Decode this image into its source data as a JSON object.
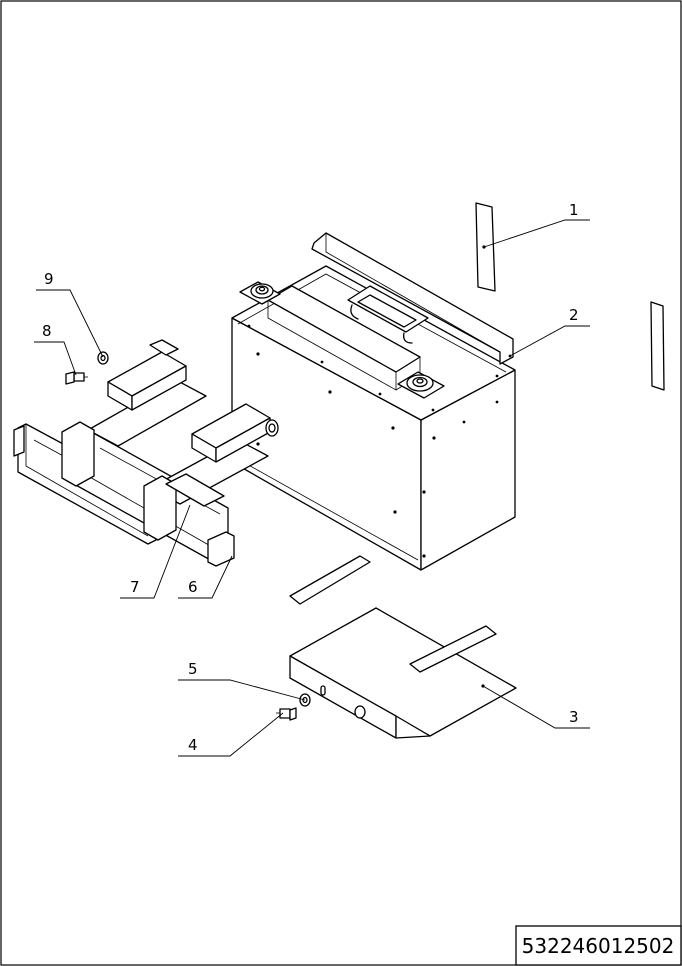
{
  "drawing_number": "532246012502",
  "callouts": [
    {
      "id": "1",
      "label": "1"
    },
    {
      "id": "2",
      "label": "2"
    },
    {
      "id": "3",
      "label": "3"
    },
    {
      "id": "4",
      "label": "4"
    },
    {
      "id": "5",
      "label": "5"
    },
    {
      "id": "6",
      "label": "6"
    },
    {
      "id": "7",
      "label": "7"
    },
    {
      "id": "8",
      "label": "8"
    },
    {
      "id": "9",
      "label": "9"
    }
  ]
}
